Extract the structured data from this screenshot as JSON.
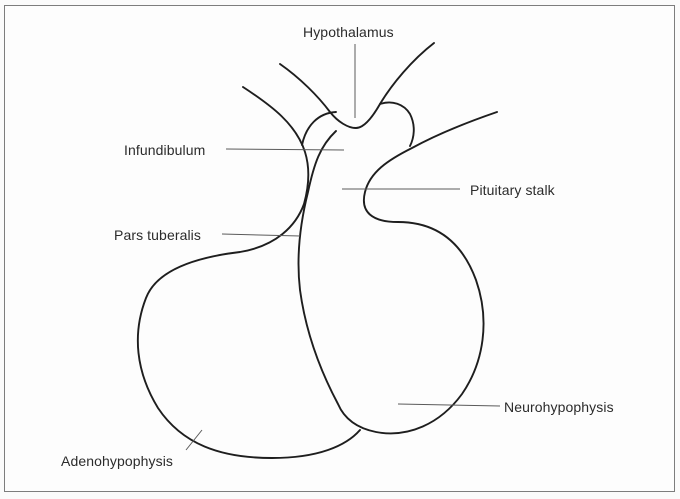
{
  "diagram": {
    "labels": {
      "hypothalamus": "Hypothalamus",
      "infundibulum": "Infundibulum",
      "pituitary_stalk": "Pituitary stalk",
      "pars_tuberalis": "Pars tuberalis",
      "neurohypophysis": "Neurohypophysis",
      "adenohypophysis": "Adenohypophysis"
    }
  }
}
